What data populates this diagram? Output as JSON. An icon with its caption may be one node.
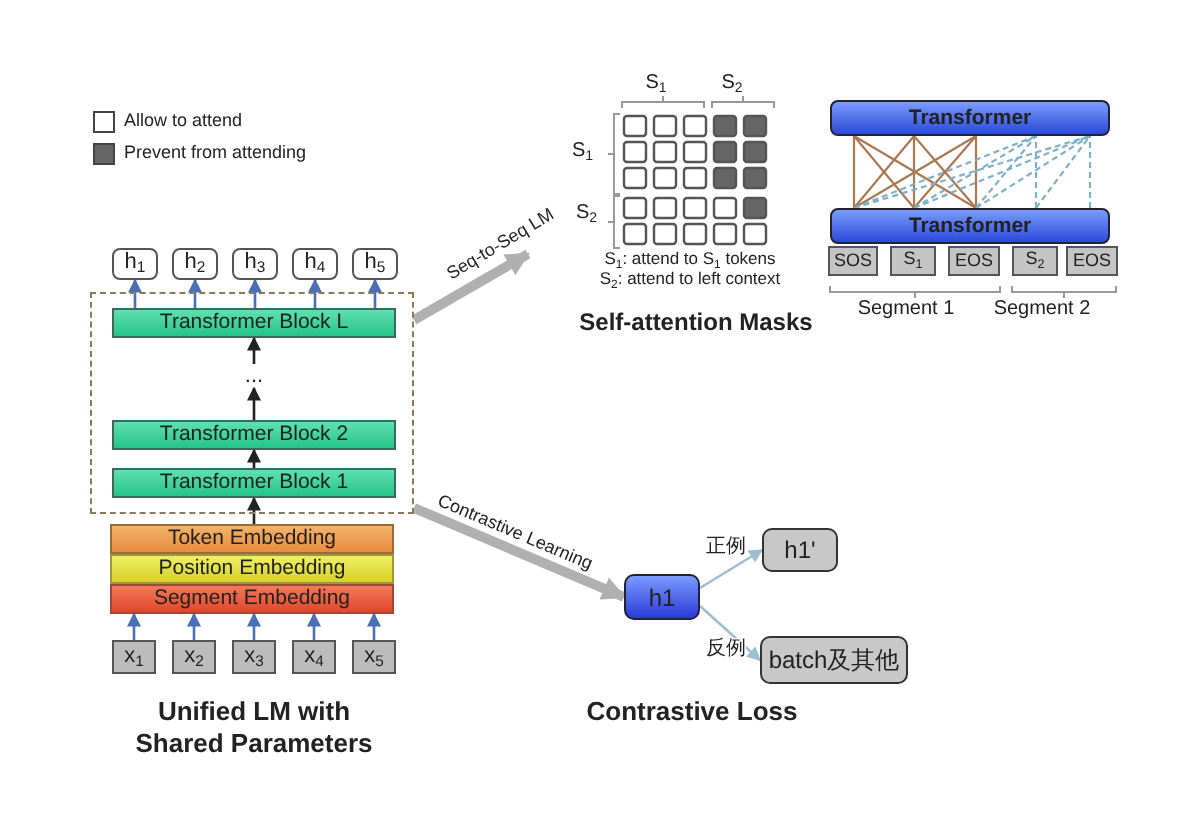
{
  "diagram": {
    "nodes": [
      {
        "text": [
          "h$_{1}$"
        ]
      },
      {
        "text": [
          "h$_{2}$"
        ]
      },
      {
        "text": [
          "h$_{3}$"
        ]
      },
      {
        "text": [
          "h$_{4}$"
        ]
      },
      {
        "text": [
          "h$_{5}$"
        ]
      },
      {
        "text": [],
        "shape": "box"
      },
      {
        "text": [
          "Transformer Block L"
        ],
        "in": 5
      },
      {
        "text": [
          "..."
        ],
        "in": 5
      },
      {
        "text": [
          "Transformer Block 2"
        ],
        "in": 5
      },
      {
        "text": [
          "Transformer Block 1"
        ],
        "in": 5
      },
      {
        "text": [
          "Token Embedding"
        ]
      },
      {
        "text": [
          "Position Embedding"
        ]
      },
      {
        "text": [
          "Segment Embedding"
        ]
      },
      {
        "text": [
          "x$_{1}$"
        ]
      },
      {
        "text": [
          "x$_{2}$"
        ]
      },
      {
        "text": [
          "x$_{3}$"
        ]
      },
      {
        "text": [
          "x$_{4}$"
        ]
      },
      {
        "text": [
          "x$_{5}$"
        ]
      },
      {
        "text": [
          "Transformer"
        ]
      },
      {
        "text": [
          "Transformer"
        ]
      },
      {
        "text": [
          "SOS"
        ]
      },
      {
        "text": [
          "S$_{1}$"
        ]
      },
      {
        "text": [
          "EOS"
        ]
      },
      {
        "text": [
          "S$_{2}$"
        ]
      },
      {
        "text": [
          "EOS"
        ]
      },
      {
        "text": [
          "h1"
        ]
      },
      {
        "text": [
          "h1'"
        ]
      },
      {
        "text": [
          "batch及其他"
        ]
      }
    ],
    "edges": [
      {
        "from": 13,
        "to": 12,
        "arrow": "to",
        "color": "#4a6fb5"
      },
      {
        "from": 14,
        "to": 12,
        "arrow": "to",
        "color": "#4a6fb5"
      },
      {
        "from": 15,
        "to": 12,
        "arrow": "to",
        "color": "#4a6fb5"
      },
      {
        "from": 16,
        "to": 12,
        "arrow": "to",
        "color": "#4a6fb5"
      },
      {
        "from": 17,
        "to": 12,
        "arrow": "to",
        "color": "#4a6fb5"
      },
      {
        "from": 10,
        "to": 9,
        "arrow": "to",
        "color": "#222222"
      },
      {
        "from": 9,
        "to": 8,
        "arrow": "to",
        "color": "#222222"
      },
      {
        "from": 8,
        "to": 7,
        "arrow": "to",
        "color": "#222222"
      },
      {
        "from": 7,
        "to": 6,
        "arrow": "to",
        "color": "#222222"
      },
      {
        "from": 6,
        "to": 0,
        "arrow": "to",
        "color": "#4a6fb5"
      },
      {
        "from": 6,
        "to": 1,
        "arrow": "to",
        "color": "#4a6fb5"
      },
      {
        "from": 6,
        "to": 2,
        "arrow": "to",
        "color": "#4a6fb5"
      },
      {
        "from": 6,
        "to": 3,
        "arrow": "to",
        "color": "#4a6fb5"
      },
      {
        "from": 6,
        "to": 4,
        "arrow": "to",
        "color": "#4a6fb5"
      },
      {
        "from": 5,
        "to": null,
        "arrow": "to",
        "label": "Seq-to-Seq LM",
        "style": "thick",
        "color": "#b0b0b0"
      },
      {
        "from": 5,
        "to": 25,
        "arrow": "to",
        "label": "Contrastive Learning",
        "style": "thick",
        "color": "#b0b0b0"
      },
      {
        "from": 25,
        "to": 26,
        "arrow": "to",
        "label": "正例",
        "color": "#9dbfd0"
      },
      {
        "from": 25,
        "to": 27,
        "arrow": "to",
        "label": "反例",
        "color": "#9dbfd0"
      },
      {
        "from": 19,
        "to": 18,
        "arrow": "none",
        "color": "#a87a52"
      },
      {
        "from": 19,
        "to": 18,
        "arrow": "none",
        "color": "#a87a52"
      },
      {
        "from": 19,
        "to": 18,
        "arrow": "none",
        "color": "#a87a52"
      },
      {
        "from": 19,
        "to": 18,
        "arrow": "none",
        "color": "#a87a52"
      },
      {
        "from": 19,
        "to": 18,
        "arrow": "none",
        "color": "#a87a52"
      },
      {
        "from": 19,
        "to": 18,
        "arrow": "none",
        "color": "#a87a52"
      },
      {
        "from": 19,
        "to": 18,
        "arrow": "none",
        "color": "#a87a52"
      },
      {
        "from": 19,
        "to": 18,
        "arrow": "none",
        "color": "#a87a52"
      },
      {
        "from": 19,
        "to": 18,
        "arrow": "none",
        "color": "#a87a52"
      },
      {
        "from": 19,
        "to": 18,
        "arrow": "none",
        "style": "dashed",
        "color": "#7fb0c8"
      },
      {
        "from": 19,
        "to": 18,
        "arrow": "none",
        "style": "dashed",
        "color": "#7fb0c8"
      },
      {
        "from": 19,
        "to": 18,
        "arrow": "none",
        "style": "dashed",
        "color": "#7fb0c8"
      },
      {
        "from": 19,
        "to": 18,
        "arrow": "none",
        "style": "dashed",
        "color": "#7fb0c8"
      },
      {
        "from": 19,
        "to": 18,
        "arrow": "none",
        "style": "dashed",
        "color": "#7fb0c8"
      },
      {
        "from": 19,
        "to": 18,
        "arrow": "none",
        "style": "dashed",
        "color": "#7fb0c8"
      },
      {
        "from": 19,
        "to": 18,
        "arrow": "none",
        "style": "dashed",
        "color": "#7fb0c8"
      },
      {
        "from": 19,
        "to": 18,
        "arrow": "none",
        "style": "dashed",
        "color": "#7fb0c8"
      },
      {
        "from": 19,
        "to": 18,
        "arrow": "none",
        "style": "dashed",
        "color": "#7fb0c8"
      }
    ],
    "labels": [
      "S$_{1}$",
      "S$_{2}$",
      "S$_{1}$",
      "S$_{2}$",
      "S$_{1}$: attend to S$_{1}$ tokens",
      "S$_{2}$: attend to left context",
      "Self-attention Masks",
      "Segment 1",
      "Segment 2",
      "Unified LM with Shared Parameters",
      "Contrastive Loss"
    ],
    "legend": [
      {
        "text": "Allow to attend",
        "color": "#ffffff"
      },
      {
        "text": "Prevent from attending",
        "color": "#666666"
      }
    ]
  }
}
